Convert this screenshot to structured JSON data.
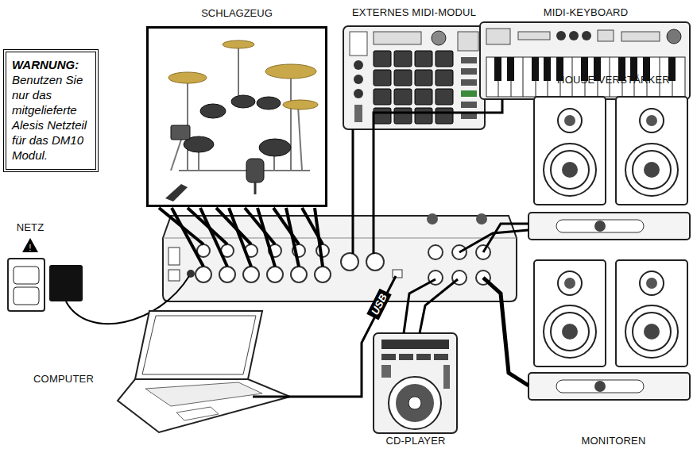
{
  "diagram": {
    "nodes": [
      {
        "text": [
          "SCHLAGZEUG"
        ]
      },
      {
        "text": [
          "WARNUNG:",
          "Benutzen Sie nur das mitgelieferte Alesis Netzteil für das DM10 Modul."
        ]
      }
    ],
    "labels": [
      "EXTERNES MIDI-MODUL",
      "MIDI-KEYBOARD",
      "HOUSE-VERSTÄRKER",
      "NETZ",
      "COMPUTER",
      "USB",
      "CD-PLAYER",
      "MONITOREN"
    ]
  }
}
